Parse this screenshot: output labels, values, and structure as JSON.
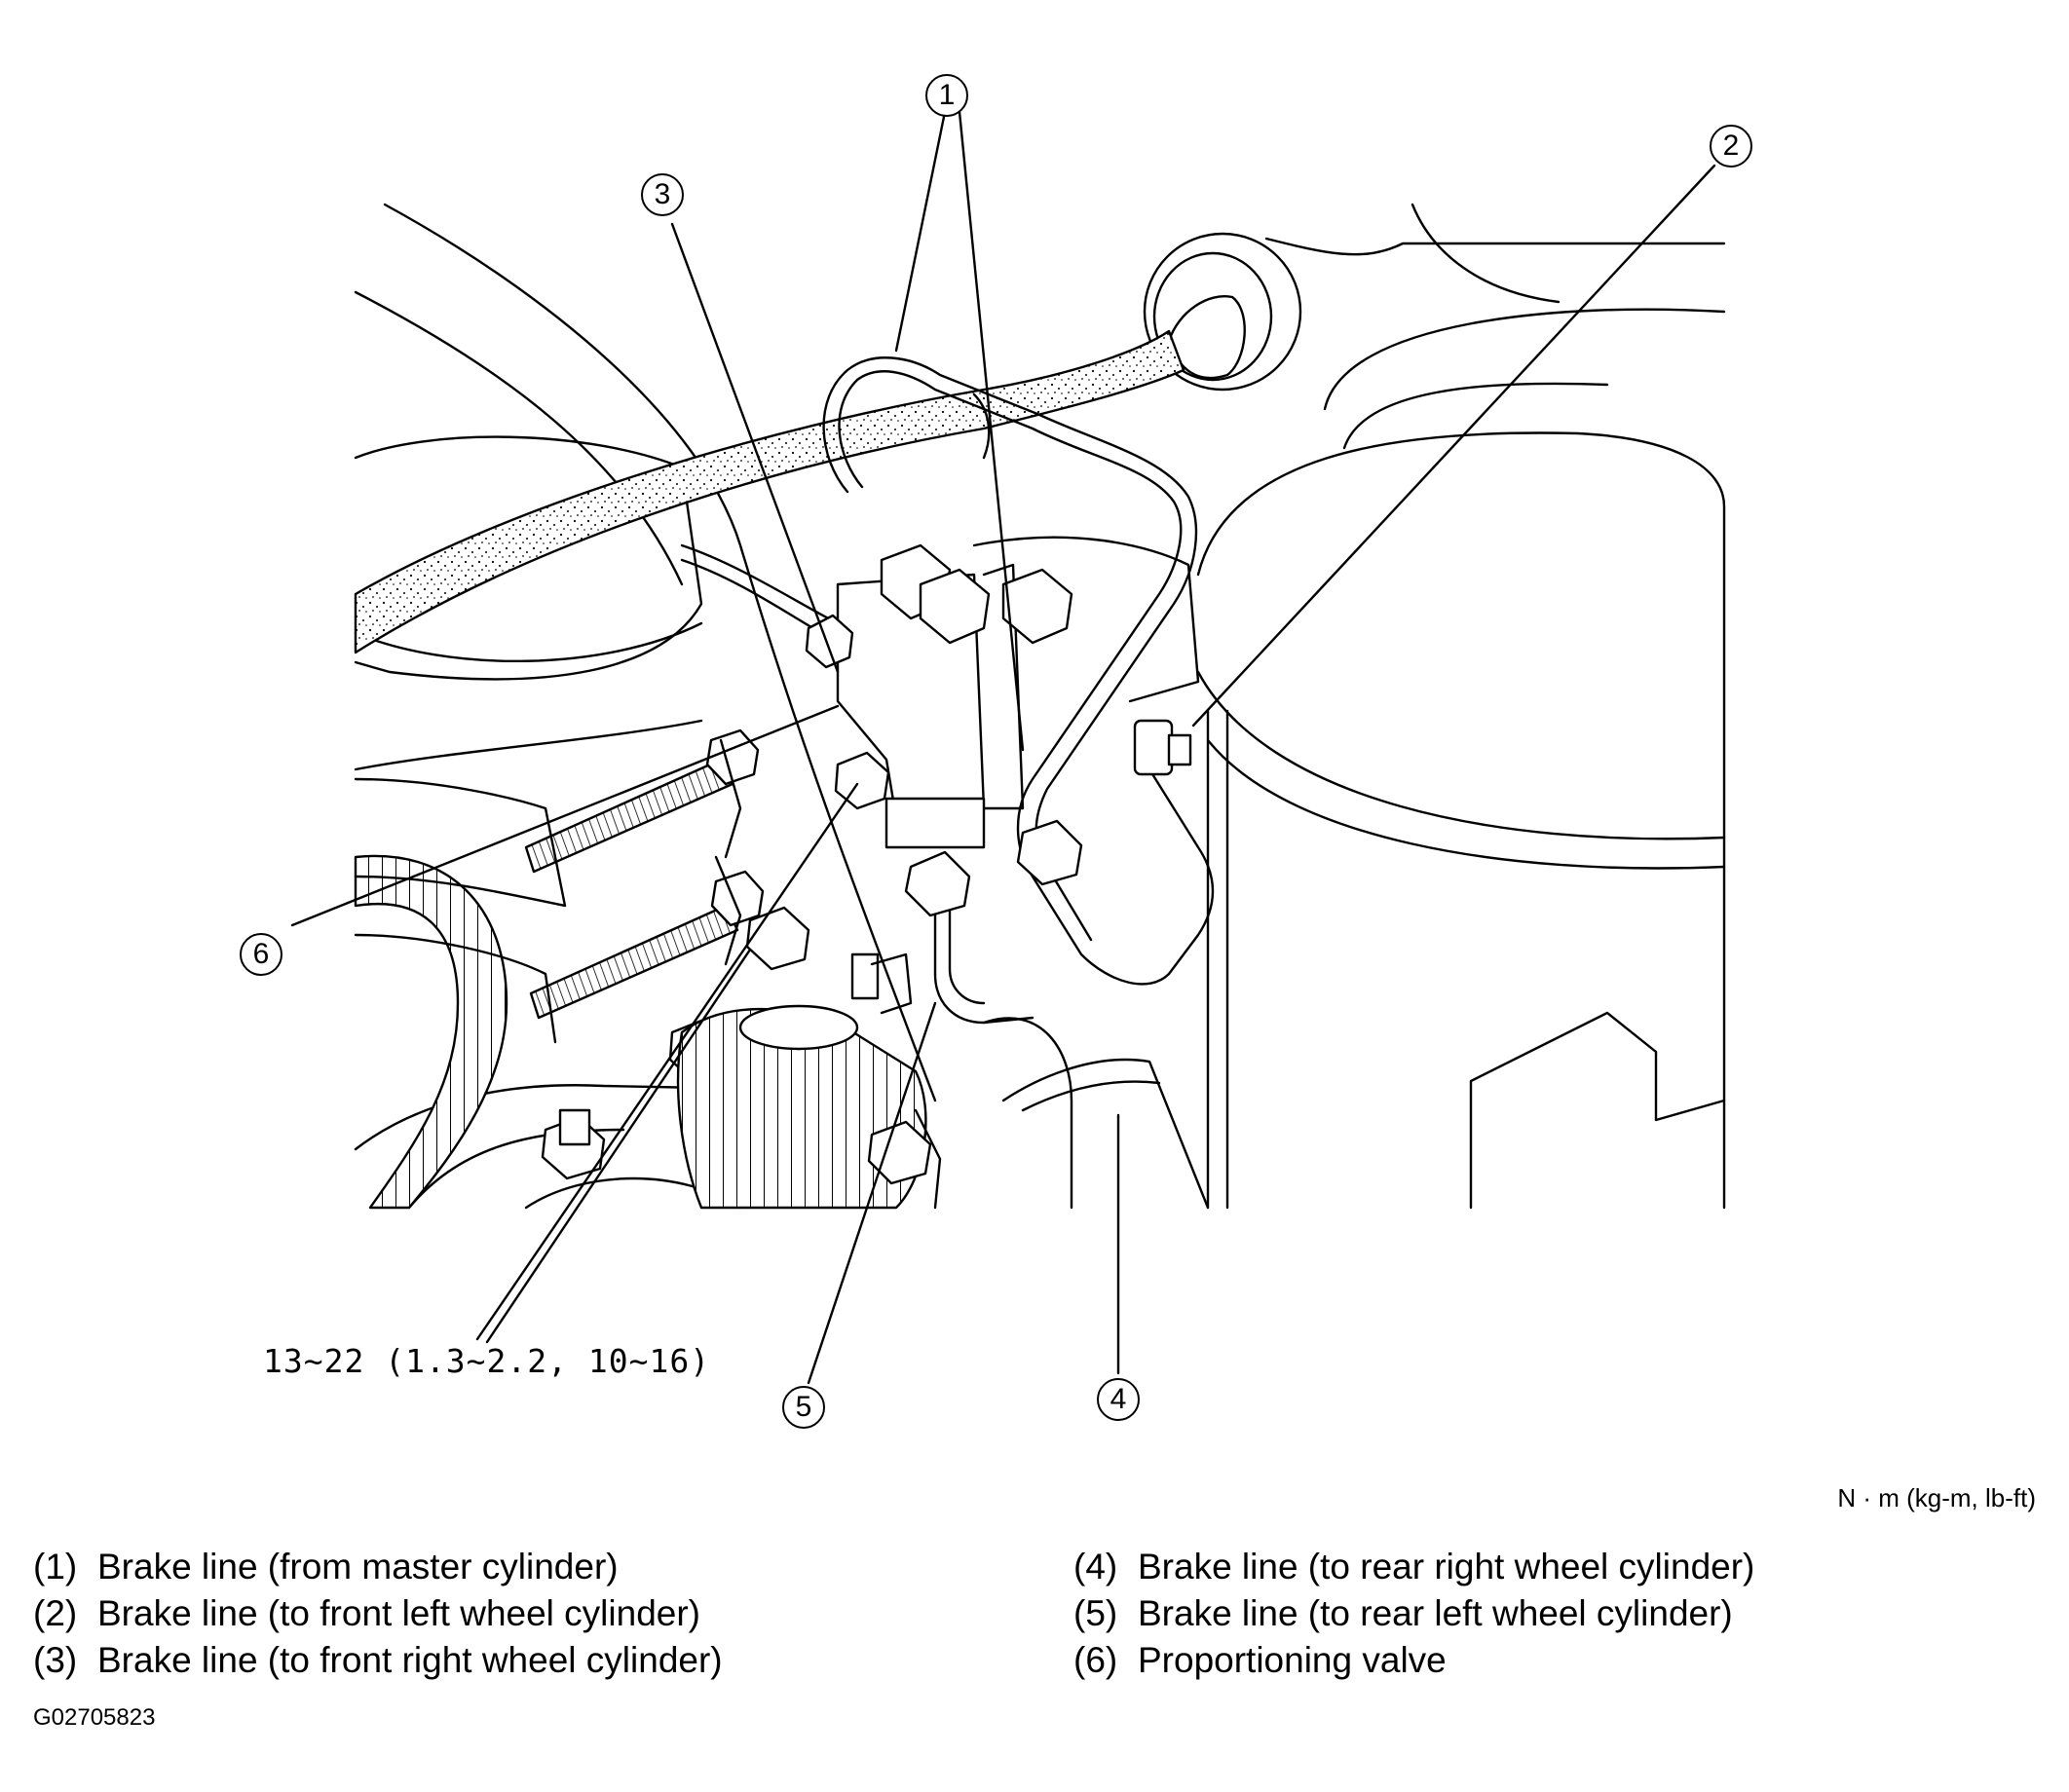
{
  "callouts": [
    {
      "id": "callout-1",
      "text": "1"
    },
    {
      "id": "callout-2",
      "text": "2"
    },
    {
      "id": "callout-3",
      "text": "3"
    },
    {
      "id": "callout-4",
      "text": "4"
    },
    {
      "id": "callout-5",
      "text": "5"
    },
    {
      "id": "callout-6",
      "text": "6"
    }
  ],
  "torque_spec": "13~22 (1.3~2.2, 10~16)",
  "units": "N · m (kg-m, lb-ft)",
  "legend": [
    {
      "num": "(1)",
      "label": "Brake line (from master cylinder)"
    },
    {
      "num": "(2)",
      "label": "Brake line (to front left wheel cylinder)"
    },
    {
      "num": "(3)",
      "label": "Brake line (to front right wheel cylinder)"
    },
    {
      "num": "(4)",
      "label": "Brake line (to rear right wheel cylinder)"
    },
    {
      "num": "(5)",
      "label": "Brake line (to rear left wheel cylinder)"
    },
    {
      "num": "(6)",
      "label": "Proportioning valve"
    }
  ],
  "figure_id": "G02705823"
}
